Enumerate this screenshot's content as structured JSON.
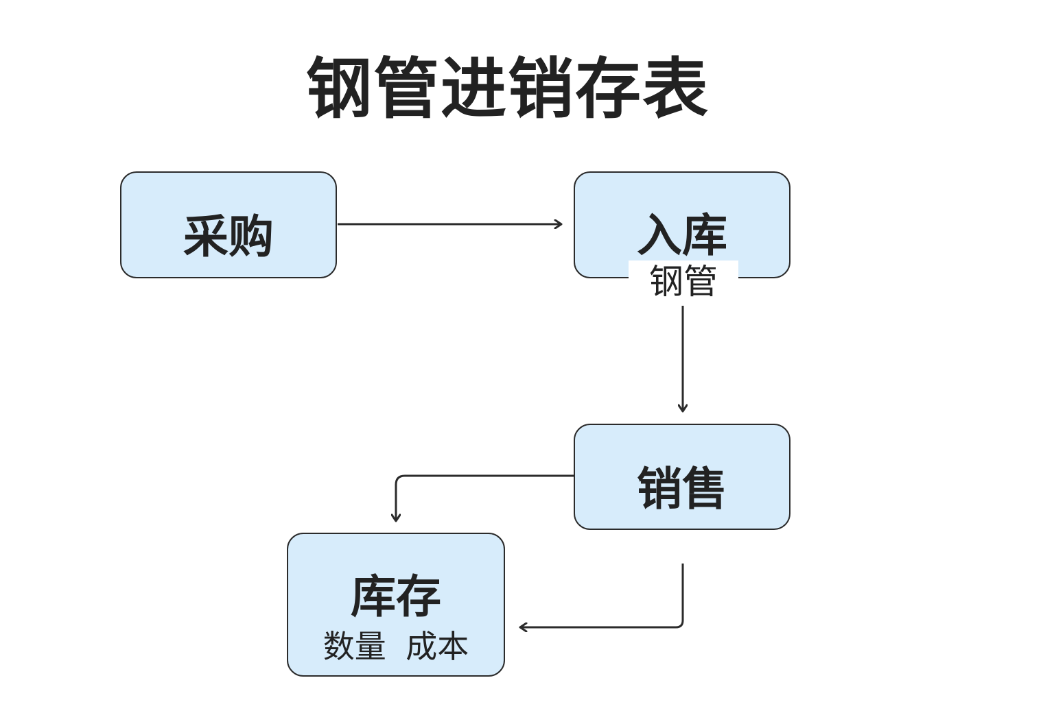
{
  "title": "钢管进销存表",
  "nodes": {
    "purchase": {
      "label": "采购"
    },
    "inbound": {
      "label": "入库",
      "sublabel": "钢管"
    },
    "sales": {
      "label": "销售"
    },
    "stock": {
      "label": "库存",
      "sublabel": "数量 成本"
    }
  },
  "edges": [
    {
      "from": "purchase",
      "to": "inbound"
    },
    {
      "from": "inbound",
      "to": "sales"
    },
    {
      "from": "sales",
      "to": "stock"
    },
    {
      "from": "sales",
      "to": "stock"
    }
  ],
  "colors": {
    "node_fill": "#d7ecfb",
    "stroke": "#2b2b2b",
    "text": "#222222"
  }
}
